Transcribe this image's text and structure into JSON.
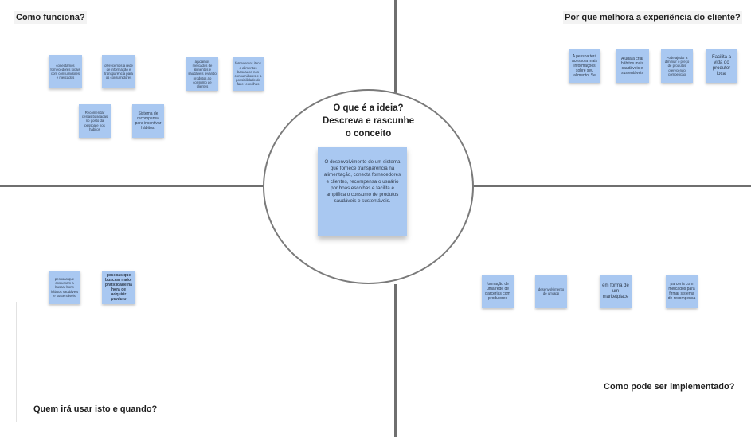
{
  "quadrants": {
    "top_left_title": "Como funciona?",
    "top_right_title": "Por que melhora a experiência do cliente?",
    "bottom_left_title": "Quem irá usar isto e quando?",
    "bottom_right_title": "Como pode ser implementado?"
  },
  "center": {
    "title": "O que é a ideia?\nDescreva e rascunhe\no conceito",
    "note": "O desenvolvimento de um sistema que fornece transparência na alimentação, conecta fornecedores e clientes, recompensa o usuário por boas escolhas e facilita e amplifica o consumo de produtos saudáveis e sustentáveis."
  },
  "notes": {
    "how_it_works": [
      "conectamos fornecedores locais com consumidores e mercados",
      "oferecemos a rede de informação e transparência para os consumidores",
      "ajudamos mercados de alimentos e saudáveis levando produtos ao consumo de clientes",
      "fornecemos itens e alimentos baseados nos consumidores e a possibilidade de fazer escolhas",
      "Recomendar cestas baseadas no gosto da pessoa e nos hábitos",
      "Sistema de recompensa para incentivar hábitos."
    ],
    "why_better": [
      "A pessoa terá acesso a mais informações sobre seu alimento. Se",
      "Ajuda a criar hábitos mais saudáveis e sustentáveis",
      "Pode ajudar a diminuir o preço de produtos oferecendo competição",
      "Facilita a vida do produtor local"
    ],
    "who_when": [
      "pessoas que costumam a buscar bons hábitos saudáveis e sustentáveis",
      "pessoas que buscam maior praticidade na hora de adquirir produto"
    ],
    "implementation": [
      "formação de uma rede de parcerias com produtores",
      "desenvolvimento de um app",
      "em forma de um marketplace",
      "parceria com mercados para firmar sistema de recompensa"
    ]
  }
}
